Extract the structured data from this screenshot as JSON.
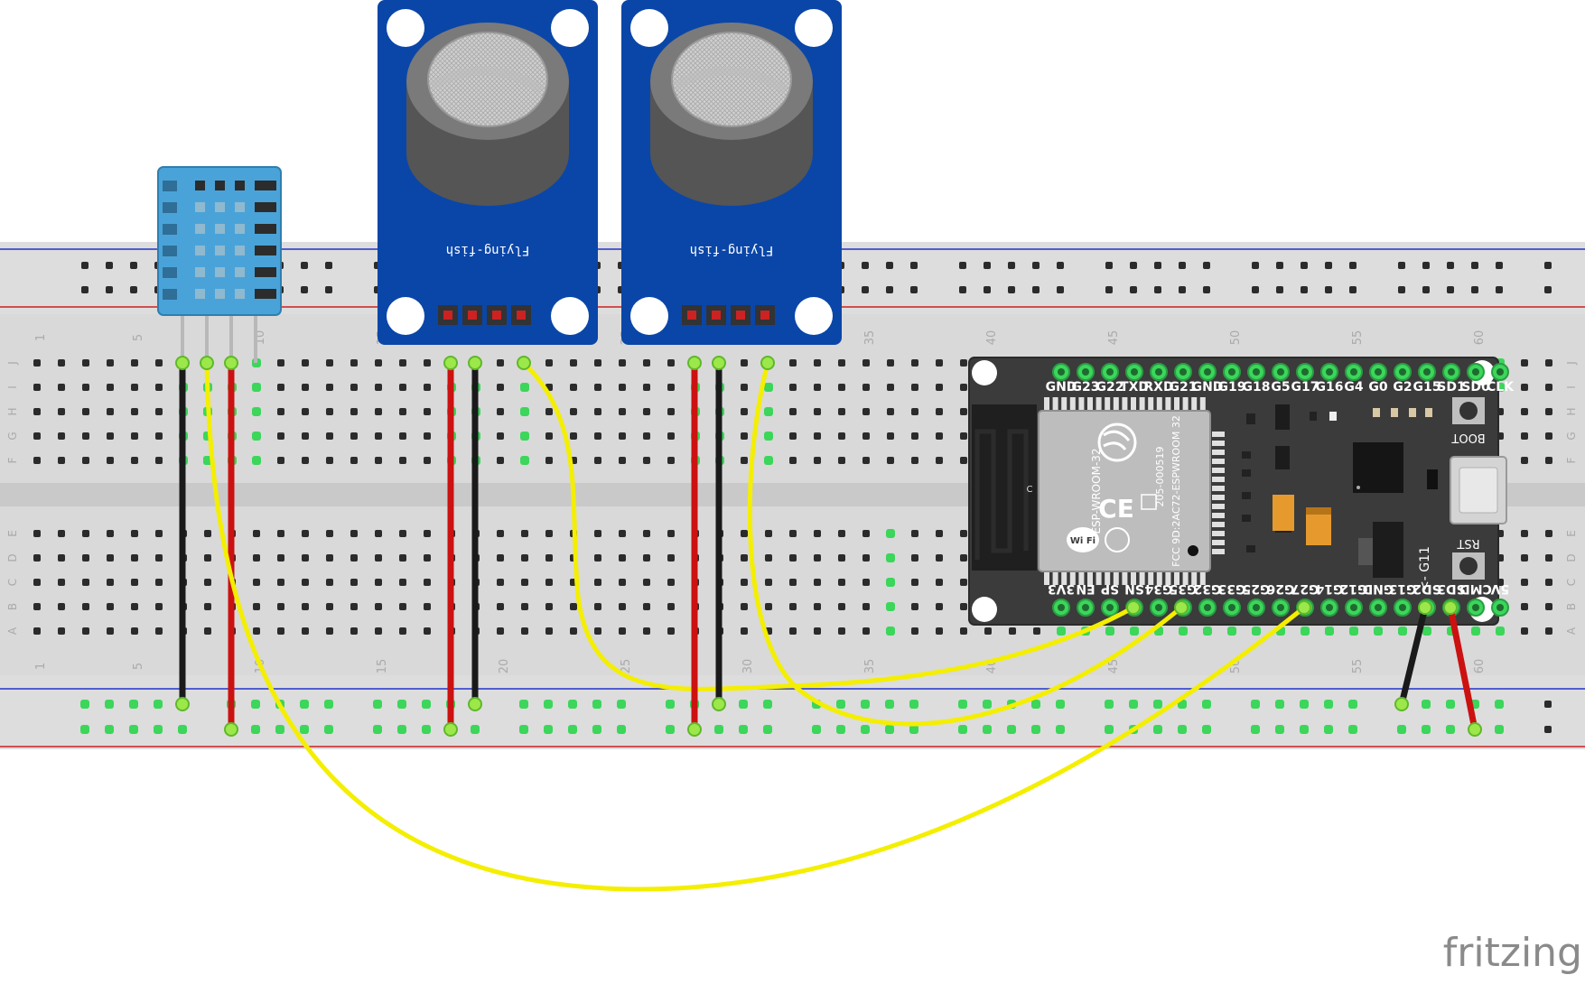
{
  "watermark": "fritzing",
  "breadboard": {
    "row_letters_top": [
      "J",
      "I",
      "H",
      "G",
      "F"
    ],
    "row_letters_bottom": [
      "E",
      "D",
      "C",
      "B",
      "A"
    ],
    "column_numbers": [
      "1",
      "5",
      "10",
      "15",
      "20",
      "25",
      "30",
      "35",
      "40",
      "45",
      "50",
      "55",
      "60"
    ]
  },
  "gas_sensor_1": {
    "label": "Flying-fish"
  },
  "gas_sensor_2": {
    "label": "Flying-fish"
  },
  "esp32": {
    "module_name": "ESP-WROOM-32",
    "cert_id": "205-000519",
    "fcc_id": "FCC 9D:2AC72-ESPWROOM 32",
    "wifi_logo": "Wi Fi",
    "ce_mark": "CE",
    "boot_label": "BOOT",
    "rst_label": "RST",
    "c_mark": "C",
    "g11_label": "<- G11",
    "top_pins": [
      "GND",
      "G23",
      "G22",
      "TXD",
      "RXD",
      "G21",
      "GND",
      "G19",
      "G18",
      "G5",
      "G17",
      "G16",
      "G4",
      "G0",
      "G2",
      "G15",
      "SD1",
      "SD0",
      "CLK"
    ],
    "bottom_pins": [
      "3V3",
      "EN",
      "SP",
      "SN",
      "G34",
      "G35",
      "G32",
      "G33",
      "G25",
      "G26",
      "G27",
      "G14",
      "G12",
      "GND",
      "G13",
      "SD2",
      "SD3",
      "CMD",
      "5V"
    ]
  },
  "colors": {
    "wire_black": "#1a1a1a",
    "wire_red": "#cc1111",
    "wire_yellow": "#f4ee00",
    "sensor_blue": "#0a46a8",
    "dht_blue": "#4aa3d8",
    "esp_board": "#3b3b3b",
    "rail_blue": "#2233cc",
    "rail_red": "#cc2222"
  }
}
